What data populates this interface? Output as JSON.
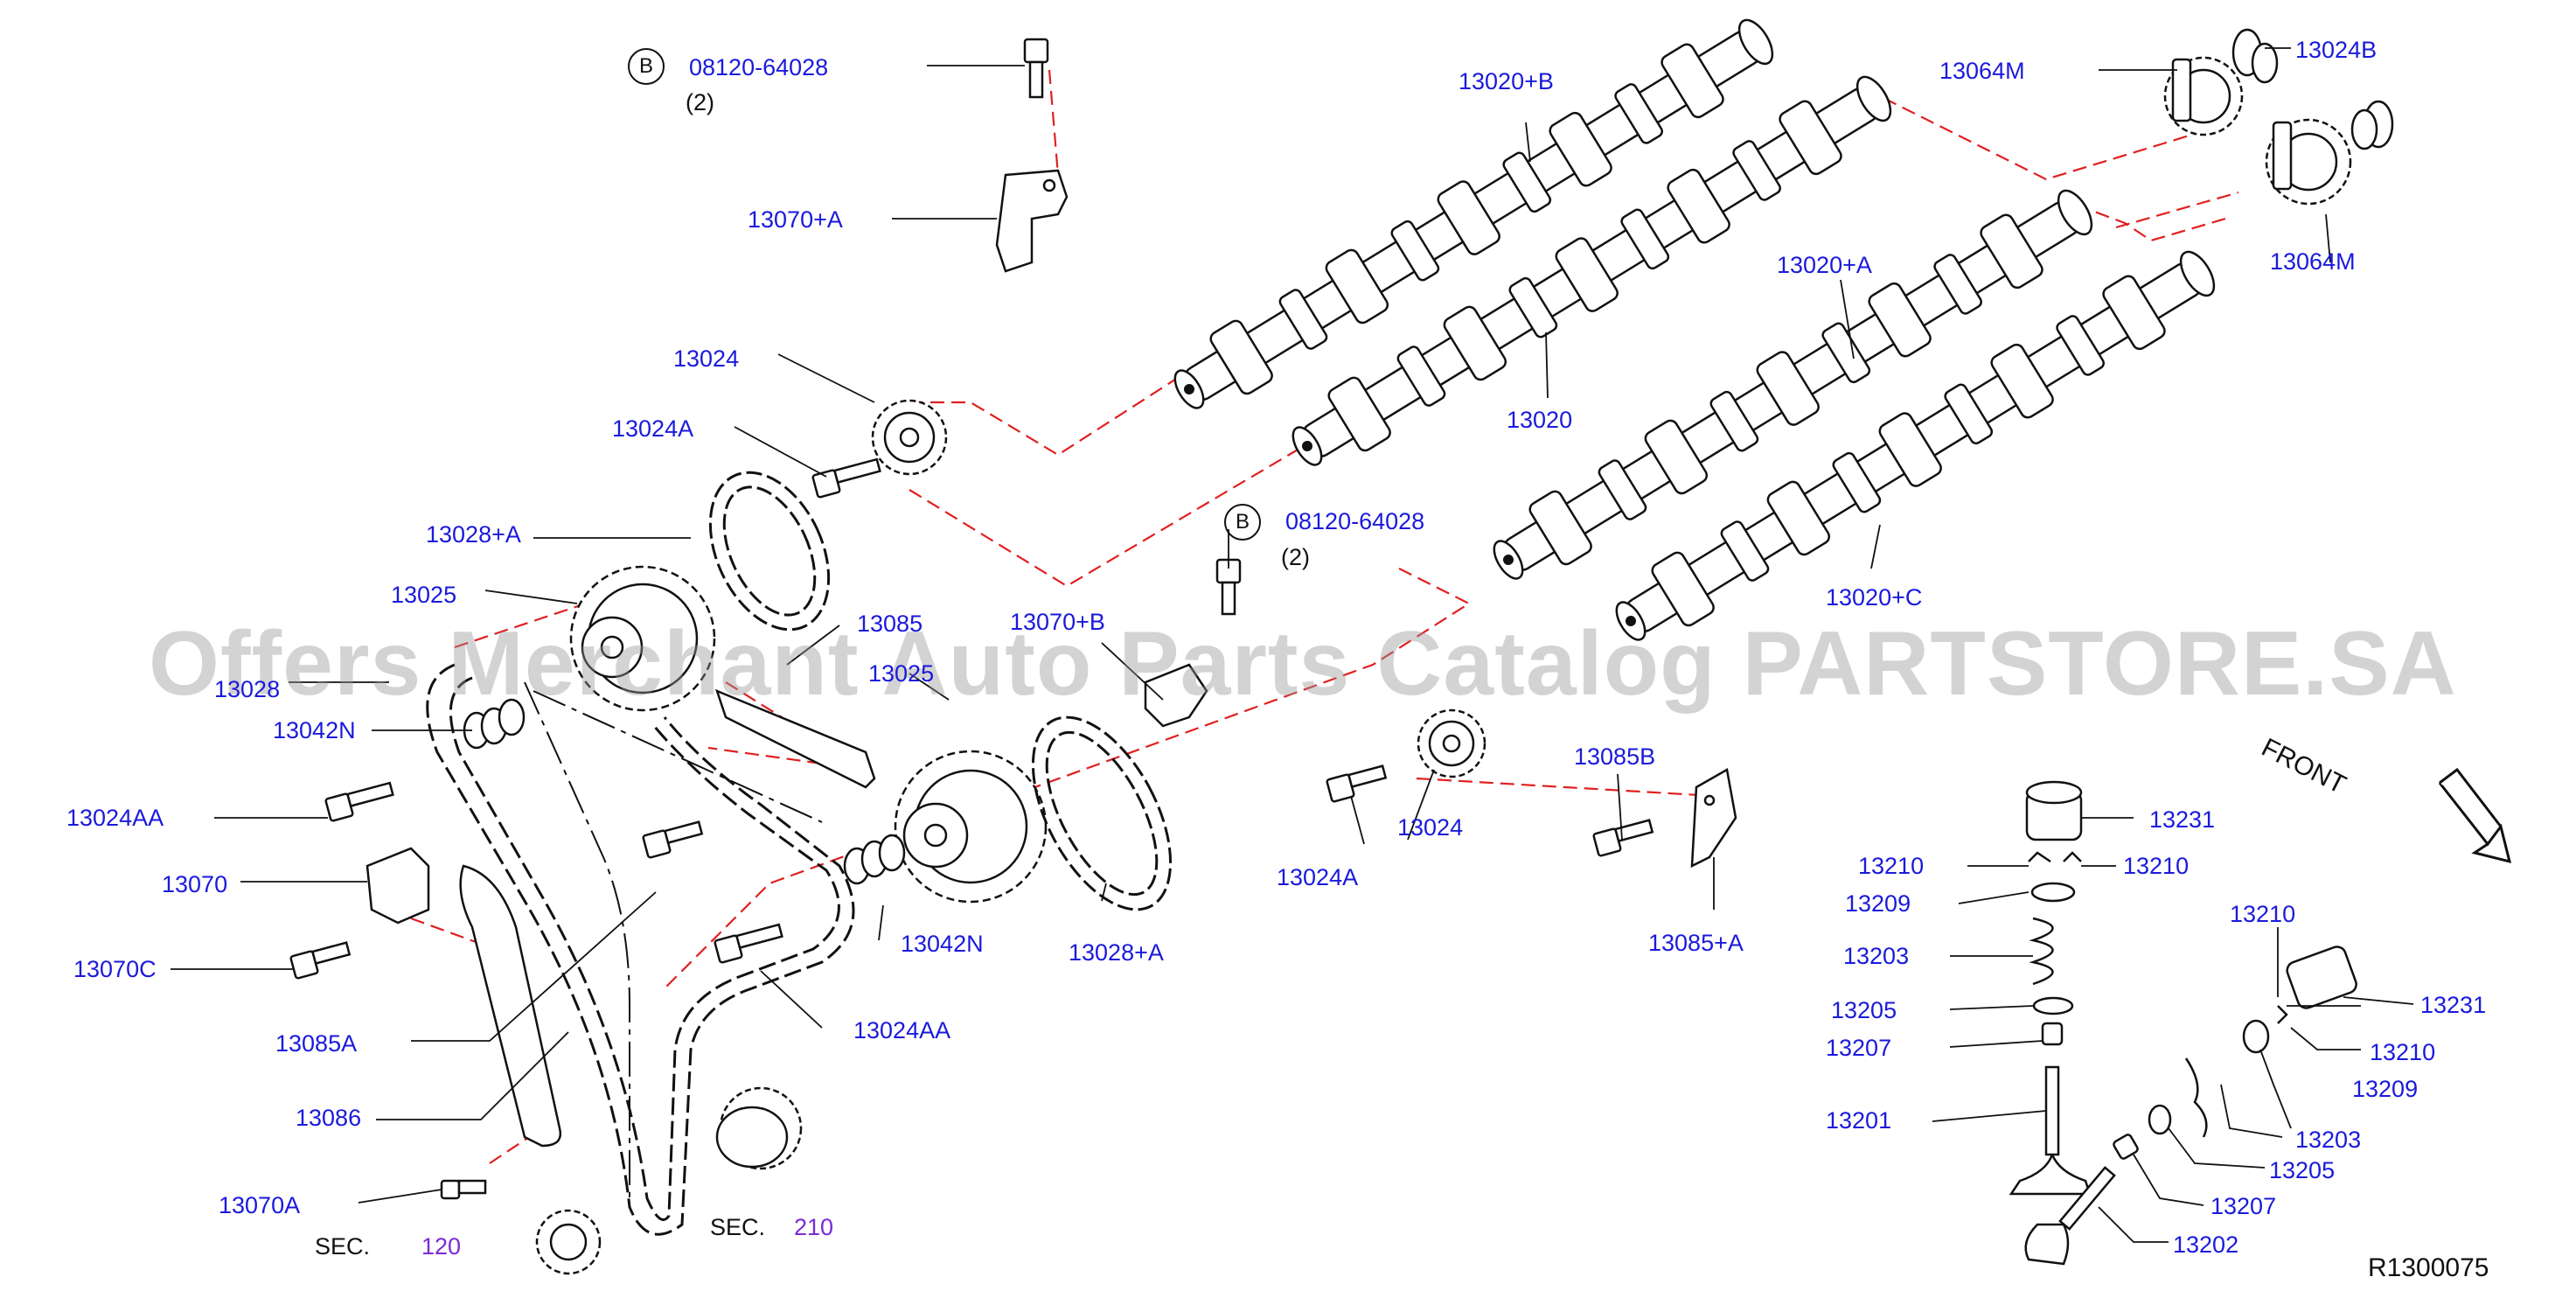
{
  "labels": {
    "bolt_b_top": "08120-64028",
    "bolt_b_top_qty": "(2)",
    "tensioner_a": "13070+A",
    "cam_b": "13020+B",
    "sprocket_m_top": "13064M",
    "sprocket_b": "13024B",
    "sprocket_m_right": "13064M",
    "cam_a": "13020+A",
    "cam_main": "13020",
    "sprocket_upper": "13024",
    "bolt_upper": "13024A",
    "chain_a_upper": "13028+A",
    "sprocket_13025": "13025",
    "bolt_b_mid": "08120-64028",
    "bolt_b_mid_qty": "(2)",
    "cam_c": "13020+C",
    "guide_13085": "13085",
    "tensioner_b": "13070+B",
    "chain_13028": "13028",
    "sprocket_13025_b": "13025",
    "washer_n_left": "13042N",
    "bolt_aa_left": "13024AA",
    "tensioner_13070": "13070",
    "bolt_13070c": "13070C",
    "guide_13085a": "13085A",
    "guide_13086": "13086",
    "bolt_13070a": "13070A",
    "sec_left": "SEC.",
    "sec_left_num": "120",
    "sec_mid": "SEC.",
    "sec_mid_num": "210",
    "washer_n_mid": "13042N",
    "chain_a_lower": "13028+A",
    "bolt_aa_mid": "13024AA",
    "sprocket_lower": "13024",
    "bolt_lower": "13024A",
    "bolt_13085b": "13085B",
    "guide_13085a_plus": "13085+A",
    "lifter_left": "13231",
    "keeper_left_l": "13210",
    "keeper_left_r": "13210",
    "retainer_left": "13209",
    "spring_left": "13203",
    "seat_left": "13205",
    "seal_left": "13207",
    "valve_intake": "13201",
    "keeper_right_top": "13210",
    "lifter_right": "13231",
    "keeper_right": "13210",
    "retainer_right": "13209",
    "spring_right": "13203",
    "seat_right": "13205",
    "seal_right": "13207",
    "valve_exhaust": "13202",
    "front": "FRONT",
    "callout_b": "B",
    "callout_b2": "B",
    "diagram_id": "R1300075",
    "watermark": "Offers Merchant Auto Parts Catalog PARTSTORE.SA"
  },
  "colors": {
    "label_blue": "#1a1adc",
    "ref_purple": "#7a2ad6",
    "leader_red": "#e02020",
    "line_black": "#111111"
  }
}
